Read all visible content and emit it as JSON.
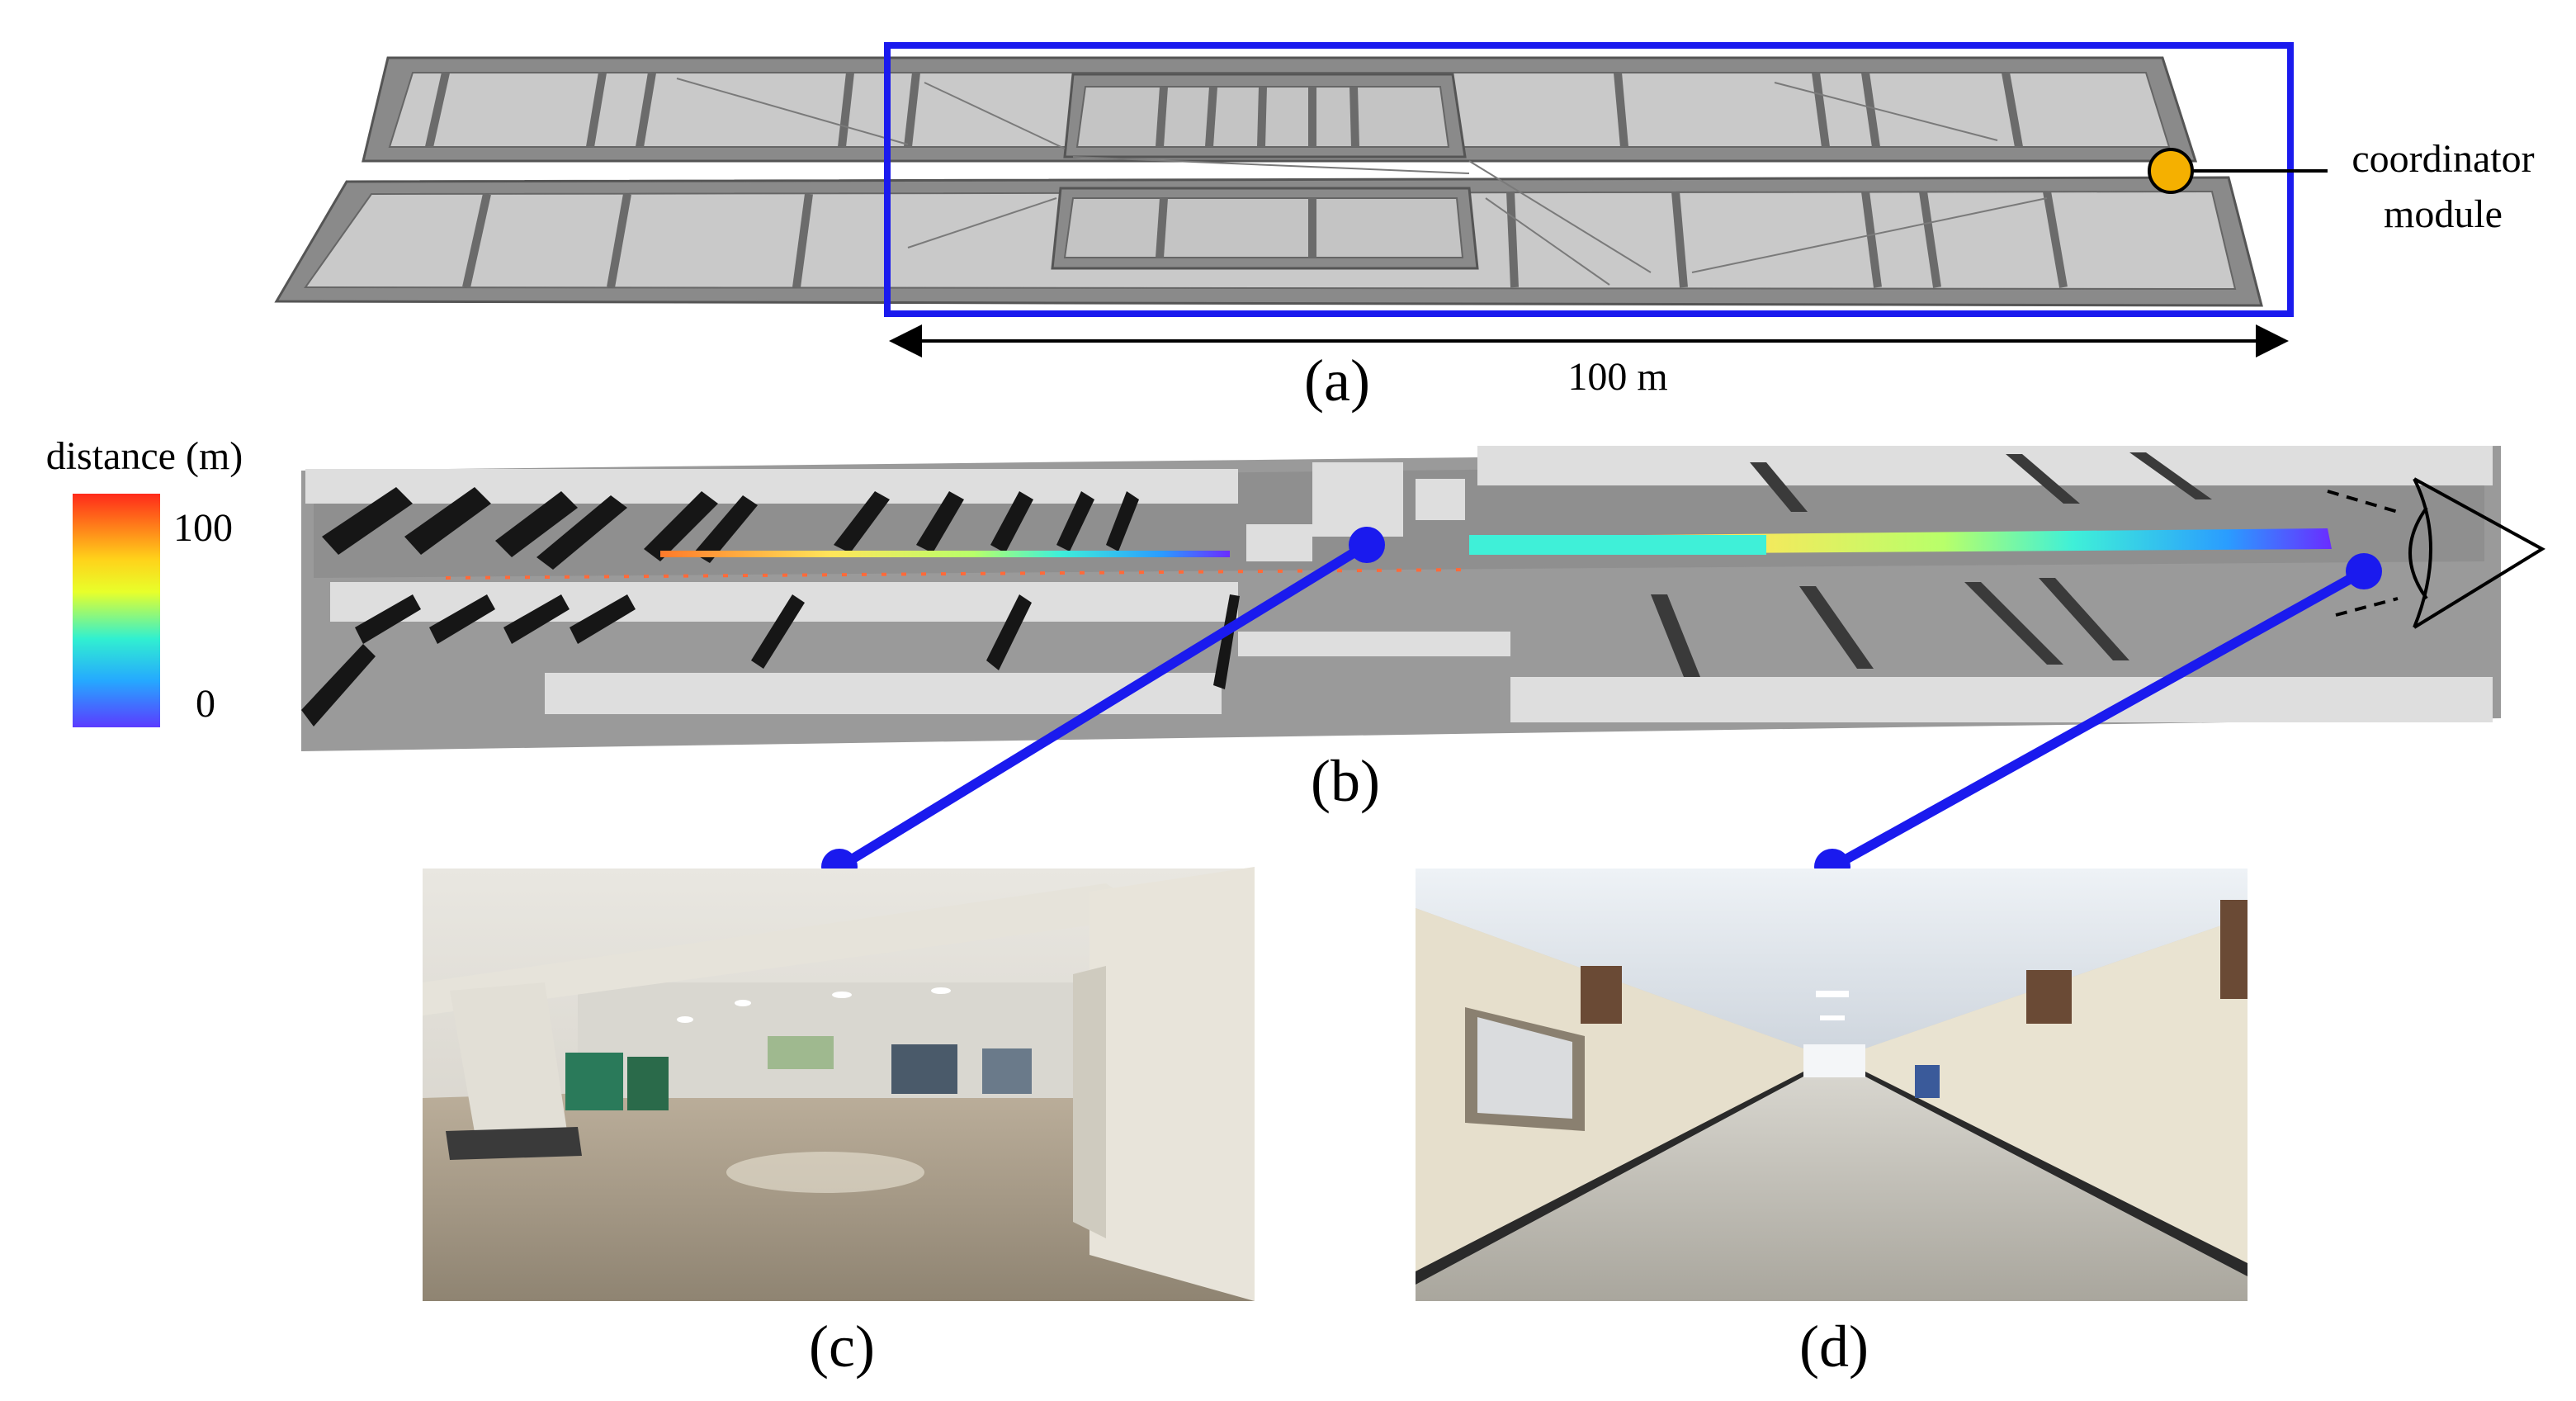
{
  "panels": {
    "a": {
      "label": "(a)",
      "scale_text": "100 m",
      "callout": [
        "coordinator",
        "module"
      ]
    },
    "b": {
      "label": "(b)"
    },
    "c": {
      "label": "(c)"
    },
    "d": {
      "label": "(d)"
    }
  },
  "colorbar": {
    "title": "distance (m)",
    "max_label": "100",
    "min_label": "0",
    "stops": [
      "#ff2a1a",
      "#ffd21a",
      "#e8ff2a",
      "#31f0d0",
      "#25a9ff",
      "#5b3bff"
    ]
  },
  "colors": {
    "accent": "#1a1aee",
    "coordinator": "#f5b000",
    "wall": "#7f7f7f",
    "floor": "#c8c8c8",
    "cloud_dark": "#1a1a1a",
    "cloud_light": "#dcdcdc"
  }
}
